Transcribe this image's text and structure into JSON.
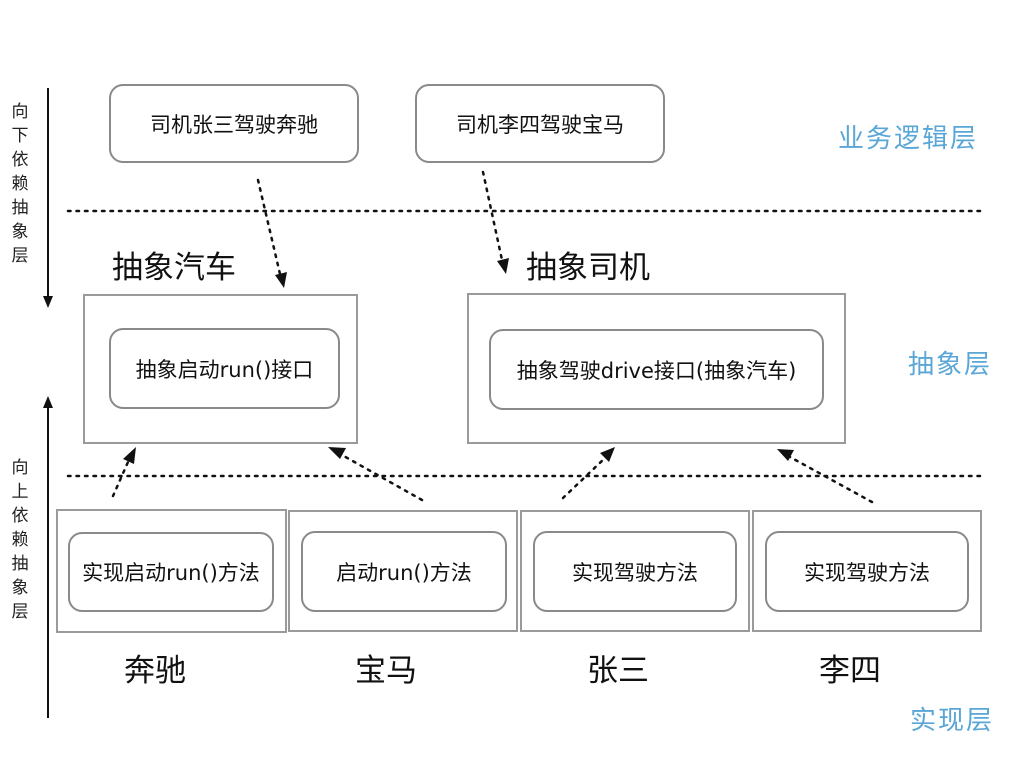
{
  "business": {
    "driver_zhang": "司机张三驾驶奔驰",
    "driver_li": "司机李四驾驶宝马"
  },
  "abstract": {
    "car_title": "抽象汽车",
    "car_interface": "抽象启动run()接口",
    "driver_title": "抽象司机",
    "driver_interface": "抽象驾驶drive接口(抽象汽车)"
  },
  "impl": {
    "benz_method": "实现启动run()方法",
    "bmw_method": "启动run()方法",
    "zhang_method": "实现驾驶方法",
    "li_method": "实现驾驶方法",
    "benz_label": "奔驰",
    "bmw_label": "宝马",
    "zhang_label": "张三",
    "li_label": "李四"
  },
  "layers": {
    "business": "业务逻辑层",
    "abstract": "抽象层",
    "impl": "实现层"
  },
  "side": {
    "down": "向下依赖抽象层",
    "up": "向上依赖抽象层"
  },
  "colors": {
    "layer_label": "#5aa6d6",
    "border": "#9a9a9a",
    "arrow": "#111111"
  }
}
